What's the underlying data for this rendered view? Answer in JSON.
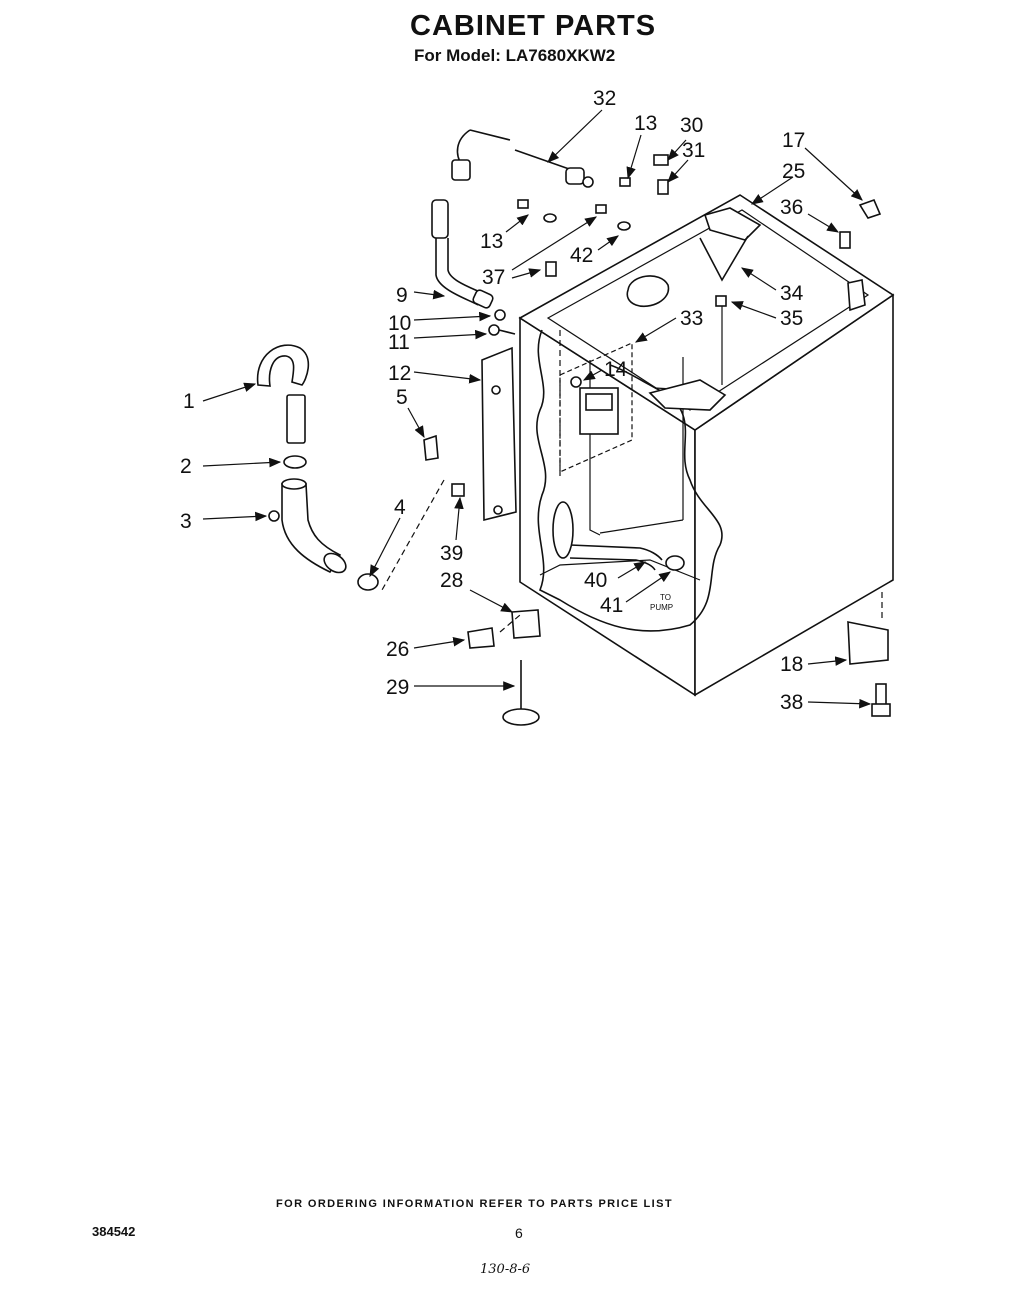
{
  "header": {
    "title": "CABINET PARTS",
    "subtitle": "For Model: LA7680XKW2"
  },
  "callouts": [
    {
      "id": "c32",
      "label": "32"
    },
    {
      "id": "c13a",
      "label": "13"
    },
    {
      "id": "c30",
      "label": "30"
    },
    {
      "id": "c31",
      "label": "31"
    },
    {
      "id": "c17",
      "label": "17"
    },
    {
      "id": "c25",
      "label": "25"
    },
    {
      "id": "c13b",
      "label": "13"
    },
    {
      "id": "c36",
      "label": "36"
    },
    {
      "id": "c42",
      "label": "42"
    },
    {
      "id": "c37",
      "label": "37"
    },
    {
      "id": "c34",
      "label": "34"
    },
    {
      "id": "c9",
      "label": "9"
    },
    {
      "id": "c35",
      "label": "35"
    },
    {
      "id": "c10",
      "label": "10"
    },
    {
      "id": "c33",
      "label": "33"
    },
    {
      "id": "c11",
      "label": "11"
    },
    {
      "id": "c12",
      "label": "12"
    },
    {
      "id": "c14",
      "label": "14"
    },
    {
      "id": "c1",
      "label": "1"
    },
    {
      "id": "c5",
      "label": "5"
    },
    {
      "id": "c2",
      "label": "2"
    },
    {
      "id": "c3",
      "label": "3"
    },
    {
      "id": "c4",
      "label": "4"
    },
    {
      "id": "c39",
      "label": "39"
    },
    {
      "id": "c28",
      "label": "28"
    },
    {
      "id": "c40",
      "label": "40"
    },
    {
      "id": "c41",
      "label": "41"
    },
    {
      "id": "c26",
      "label": "26"
    },
    {
      "id": "c18",
      "label": "18"
    },
    {
      "id": "c29",
      "label": "29"
    },
    {
      "id": "c38",
      "label": "38"
    }
  ],
  "to_pump_note": [
    "TO",
    "PUMP"
  ],
  "footer": {
    "ordering_info": "FOR ORDERING INFORMATION REFER TO PARTS PRICE LIST",
    "doc_number": "384542",
    "page_number": "6",
    "handwritten_note": "130-8-6"
  }
}
